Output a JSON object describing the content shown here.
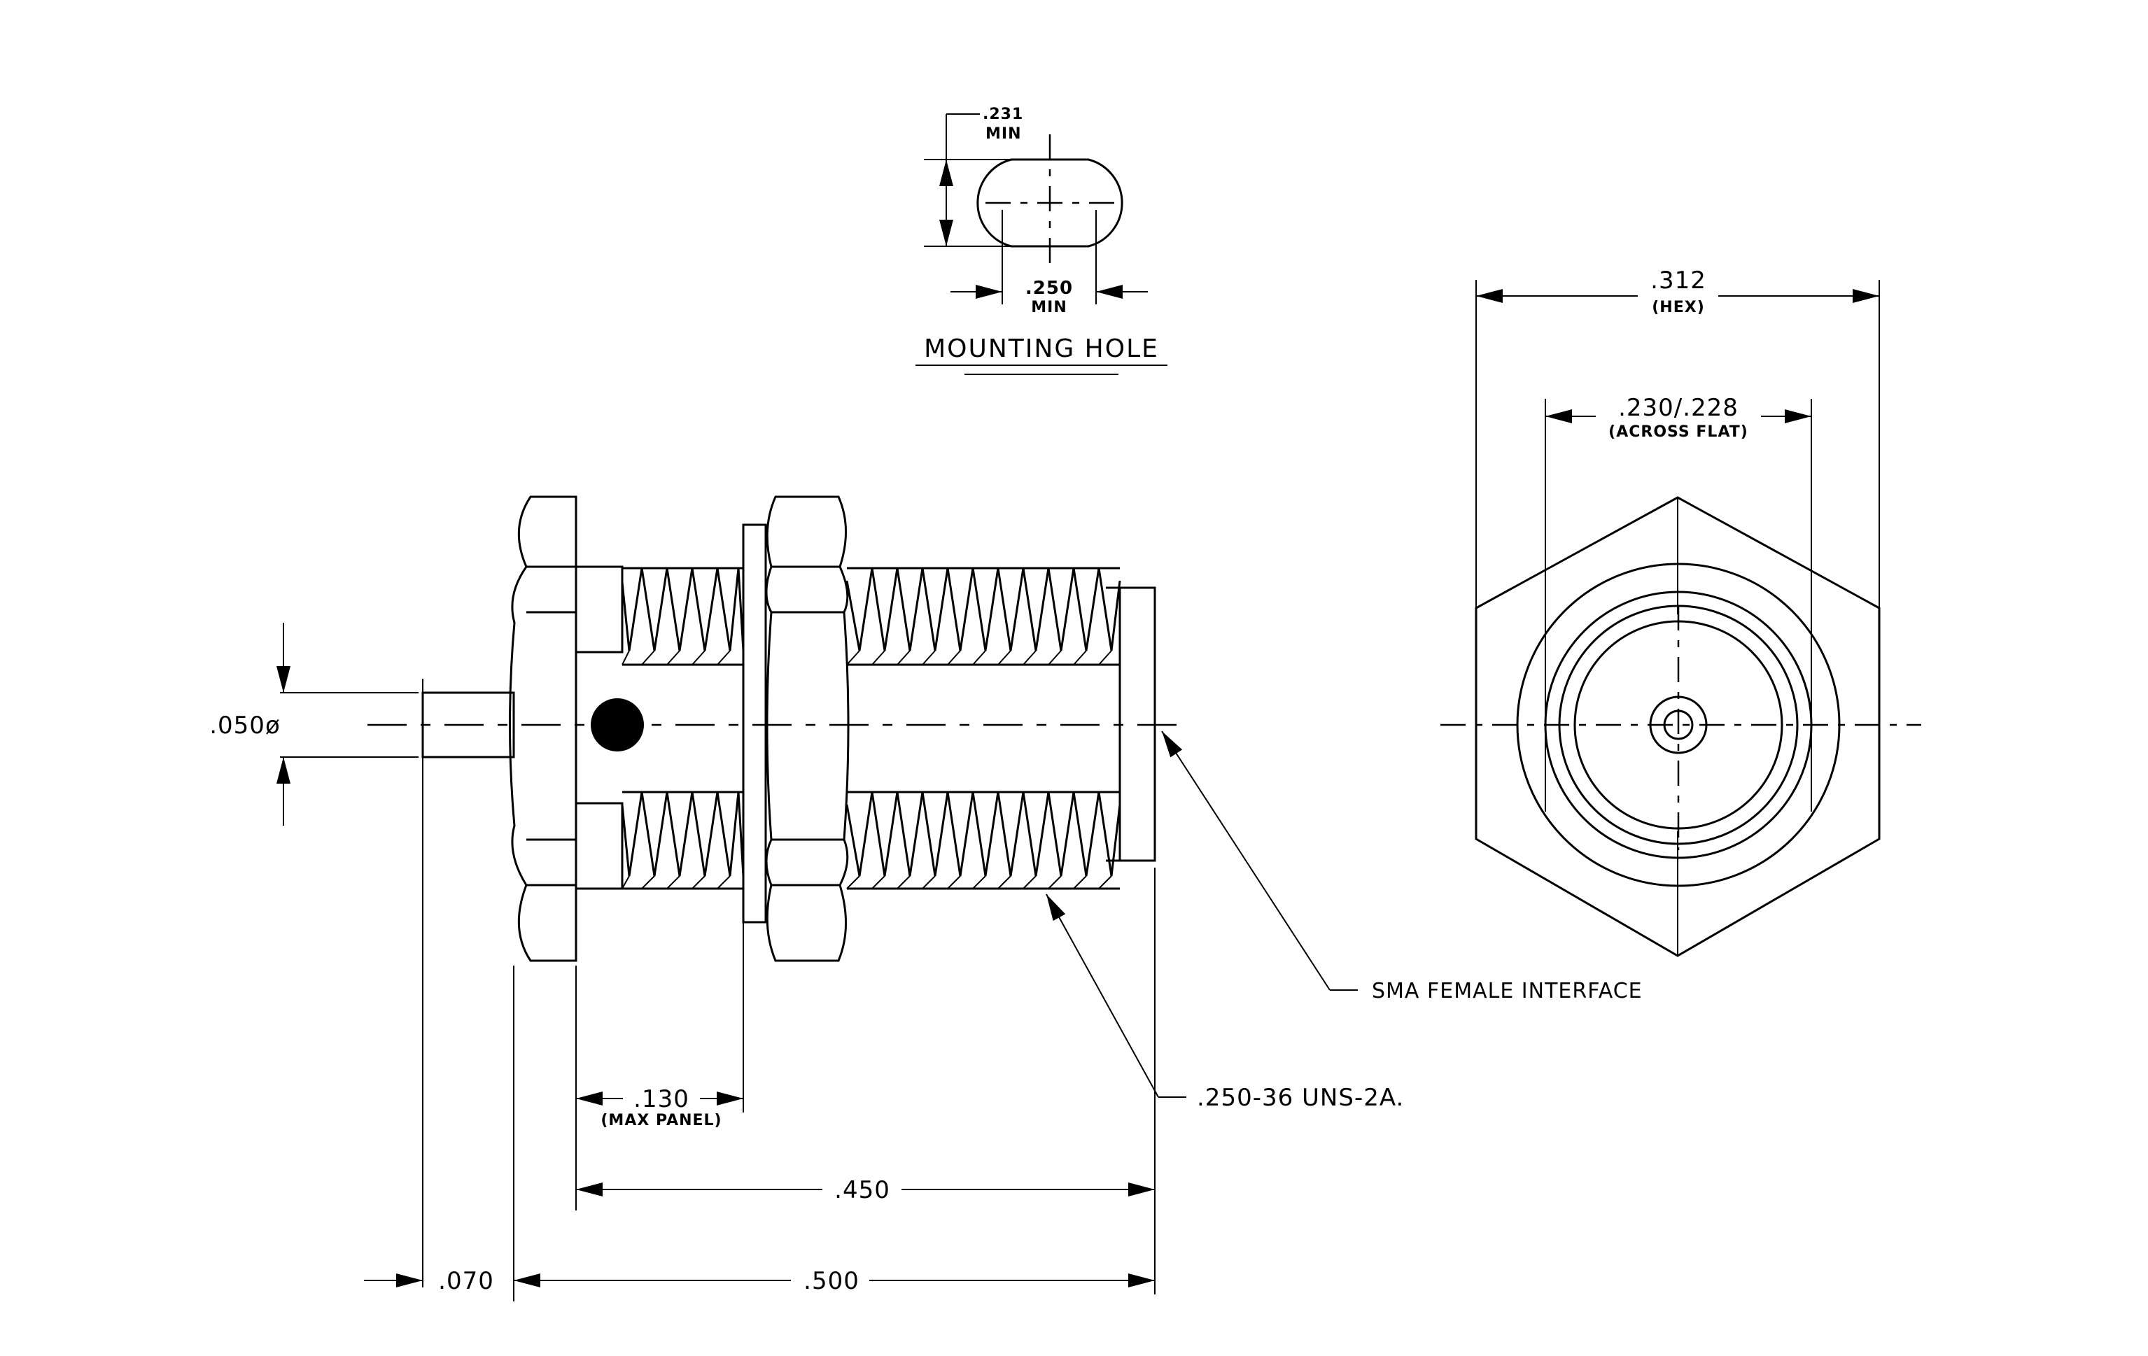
{
  "mounting_hole": {
    "title": "MOUNTING HOLE",
    "dim_height": ".231",
    "dim_height_note": "MIN",
    "dim_width": ".250",
    "dim_width_note": "MIN"
  },
  "front_view": {
    "hex_dim": ".312",
    "hex_note": "(HEX)",
    "flat_dim": ".230/.228",
    "flat_note": "(ACROSS FLAT)"
  },
  "side_view": {
    "pin_diameter": ".050ø",
    "panel_dim": ".130",
    "panel_note": "(MAX PANEL)",
    "length_450": ".450",
    "length_500": ".500",
    "length_070": ".070",
    "thread_callout": ".250-36 UNS-2A.",
    "interface_callout": "SMA FEMALE INTERFACE"
  },
  "colors": {
    "line": "#000000",
    "background": "#ffffff"
  }
}
